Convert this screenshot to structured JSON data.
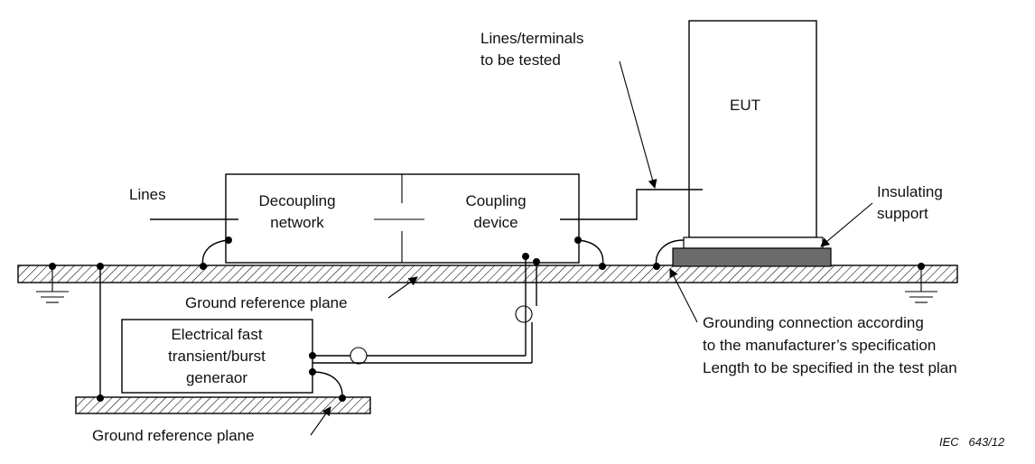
{
  "labels": {
    "lines_terminals_1": "Lines/terminals",
    "lines_terminals_2": "to be tested",
    "eut": "EUT",
    "lines": "Lines",
    "decoupling_1": "Decoupling",
    "decoupling_2": "network",
    "coupling_1": "Coupling",
    "coupling_2": "device",
    "insulating_1": "Insulating",
    "insulating_2": "support",
    "ground_plane_top": "Ground reference plane",
    "generator_1": "Electrical fast",
    "generator_2": "transient/burst",
    "generator_3": "generaor",
    "grounding_1": "Grounding connection according",
    "grounding_2": "to the manufacturer’s specification",
    "grounding_3": "Length to be specified in the test plan",
    "ground_plane_bottom": "Ground reference plane",
    "figure_id": "IEC   643/12"
  }
}
